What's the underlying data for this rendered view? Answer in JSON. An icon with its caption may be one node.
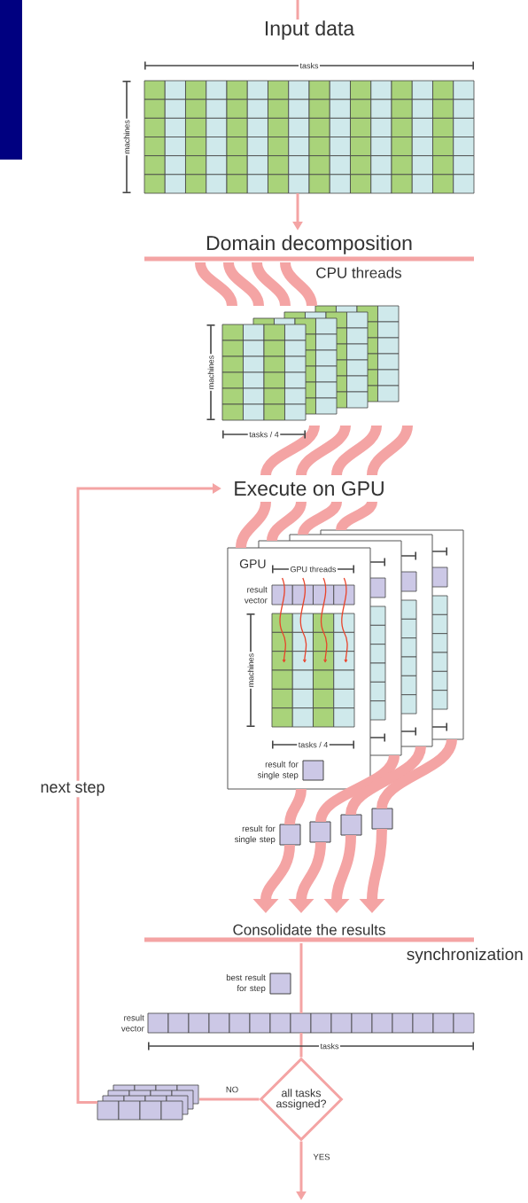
{
  "diagram": {
    "nodes": [
      {
        "text": [
          "Input data"
        ]
      },
      {
        "text": [
          "Domain decomposition"
        ]
      },
      {
        "text": [
          "CPU threads"
        ]
      },
      {
        "text": [
          "Execute on GPU"
        ]
      },
      {
        "text": [
          "GPU",
          "result vector",
          "result for single step"
        ]
      },
      {
        "text": [],
        "shape": "box"
      },
      {
        "text": [],
        "shape": "box"
      },
      {
        "text": [],
        "shape": "box"
      },
      {
        "text": [],
        "shape": "box",
        "beside": [
          "result for single step"
        ]
      },
      {
        "text": [],
        "shape": "box"
      },
      {
        "text": [],
        "shape": "box"
      },
      {
        "text": [],
        "shape": "box"
      },
      {
        "text": [
          "Consolidate the results"
        ]
      },
      {
        "text": [],
        "shape": "box",
        "beside": [
          "best result for step"
        ]
      },
      {
        "text": [
          "result vector"
        ]
      },
      {
        "text": [
          "all tasks assigned?"
        ]
      },
      {
        "text": [],
        "shape": "box"
      }
    ],
    "edges": [
      {
        "from": null,
        "to": 0,
        "arrow": "none"
      },
      {
        "from": 0,
        "to": 1,
        "arrow": "to"
      },
      {
        "from": 1,
        "to": 2,
        "arrow": "none"
      },
      {
        "from": 1,
        "to": 2,
        "arrow": "none"
      },
      {
        "from": 1,
        "to": 2,
        "arrow": "none"
      },
      {
        "from": 1,
        "to": 2,
        "arrow": "none"
      },
      {
        "from": 2,
        "to": 3,
        "arrow": "none"
      },
      {
        "from": 2,
        "to": 3,
        "arrow": "none"
      },
      {
        "from": 2,
        "to": 3,
        "arrow": "none"
      },
      {
        "from": 2,
        "to": 3,
        "arrow": "none"
      },
      {
        "from": 3,
        "to": 4,
        "arrow": "none"
      },
      {
        "from": 3,
        "to": 5,
        "arrow": "none"
      },
      {
        "from": 3,
        "to": 6,
        "arrow": "none"
      },
      {
        "from": 3,
        "to": 7,
        "arrow": "none"
      },
      {
        "from": 4,
        "to": 8,
        "arrow": "none"
      },
      {
        "from": 5,
        "to": 9,
        "arrow": "none"
      },
      {
        "from": 6,
        "to": 10,
        "arrow": "none"
      },
      {
        "from": 7,
        "to": 11,
        "arrow": "none"
      },
      {
        "from": 8,
        "to": 12,
        "arrow": "to"
      },
      {
        "from": 9,
        "to": 12,
        "arrow": "to"
      },
      {
        "from": 10,
        "to": 12,
        "arrow": "to"
      },
      {
        "from": 11,
        "to": 12,
        "arrow": "to"
      },
      {
        "from": 12,
        "to": 14,
        "arrow": "none"
      },
      {
        "from": 14,
        "to": 15,
        "arrow": "none"
      },
      {
        "from": 15,
        "to": 16,
        "arrow": "none",
        "label": "NO"
      },
      {
        "from": 16,
        "to": 3,
        "arrow": "to",
        "label": "next step"
      },
      {
        "from": 15,
        "to": null,
        "arrow": "to",
        "label": "YES"
      }
    ],
    "labels": [
      "tasks",
      "machines",
      "machines",
      "tasks / 4",
      "GPU threads",
      "machines",
      "tasks / 4",
      "synchronization",
      "tasks"
    ]
  }
}
